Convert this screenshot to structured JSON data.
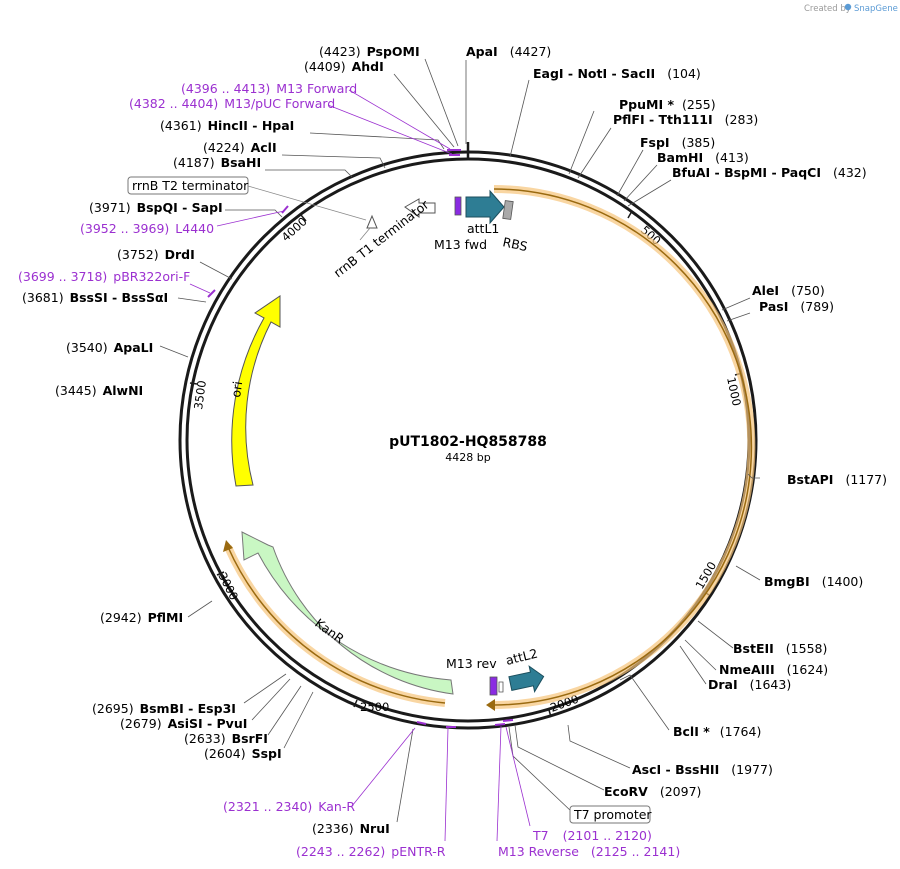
{
  "credit": {
    "created_by": "Created by",
    "brand": "SnapGene"
  },
  "plasmid": {
    "name": "pUT1802-HQ858788",
    "size": "4428 bp"
  },
  "ticks": [
    "500",
    "1000",
    "1500",
    "2000",
    "2500",
    "3000",
    "3500",
    "4000"
  ],
  "sites": [
    {
      "id": "pspomi",
      "pos": "(4423)",
      "name": "PspOMI"
    },
    {
      "id": "apai",
      "pos": "(4427)",
      "name": "ApaI"
    },
    {
      "id": "ahdi",
      "pos": "(4409)",
      "name": "AhdI"
    },
    {
      "id": "eagi",
      "pos": "(104)",
      "name": "EagI  - NotI  - SacII"
    },
    {
      "id": "ppumi",
      "pos": "(255)",
      "name": "PpuMI *"
    },
    {
      "id": "pflfi",
      "pos": "(283)",
      "name": "PflFI  - Tth111I"
    },
    {
      "id": "hincii",
      "pos": "(4361)",
      "name": "HincII  - HpaI"
    },
    {
      "id": "fspi",
      "pos": "(385)",
      "name": "FspI"
    },
    {
      "id": "acli",
      "pos": "(4224)",
      "name": "AclI"
    },
    {
      "id": "bamhi",
      "pos": "(413)",
      "name": "BamHI"
    },
    {
      "id": "bsahi",
      "pos": "(4187)",
      "name": "BsaHI"
    },
    {
      "id": "bfuai",
      "pos": "(432)",
      "name": "BfuAI  - BspMI  - PaqCI"
    },
    {
      "id": "bspqi",
      "pos": "(3971)",
      "name": "BspQI  - SapI"
    },
    {
      "id": "drdi",
      "pos": "(3752)",
      "name": "DrdI"
    },
    {
      "id": "alei",
      "pos": "(750)",
      "name": "AleI"
    },
    {
      "id": "bsssi",
      "pos": "(3681)",
      "name": "BssSI  - BssSαI"
    },
    {
      "id": "pasi",
      "pos": "(789)",
      "name": "PasI"
    },
    {
      "id": "apali",
      "pos": "(3540)",
      "name": "ApaLI"
    },
    {
      "id": "alwni",
      "pos": "(3445)",
      "name": "AlwNI"
    },
    {
      "id": "bstapi",
      "pos": "(1177)",
      "name": "BstAPI"
    },
    {
      "id": "bmgbi",
      "pos": "(1400)",
      "name": "BmgBI"
    },
    {
      "id": "pflmi",
      "pos": "(2942)",
      "name": "PflMI"
    },
    {
      "id": "bsteii",
      "pos": "(1558)",
      "name": "BstEII"
    },
    {
      "id": "nmeaiii",
      "pos": "(1624)",
      "name": "NmeAIII"
    },
    {
      "id": "drai",
      "pos": "(1643)",
      "name": "DraI"
    },
    {
      "id": "bsmbi",
      "pos": "(2695)",
      "name": "BsmBI  - Esp3I"
    },
    {
      "id": "asisi",
      "pos": "(2679)",
      "name": "AsiSI  - PvuI"
    },
    {
      "id": "bcli",
      "pos": "(1764)",
      "name": "BclI *"
    },
    {
      "id": "bsrfi",
      "pos": "(2633)",
      "name": "BsrFI"
    },
    {
      "id": "sspi",
      "pos": "(2604)",
      "name": "SspI"
    },
    {
      "id": "asci",
      "pos": "(1977)",
      "name": "AscI  - BssHII"
    },
    {
      "id": "ecorv",
      "pos": "(2097)",
      "name": "EcoRV"
    },
    {
      "id": "krui",
      "pos": "(2336)",
      "name": "NruI"
    }
  ],
  "primers": [
    {
      "id": "m13fwd",
      "range": "(4396 .. 4413)",
      "name": "M13 Forward"
    },
    {
      "id": "m13puc",
      "range": "(4382 .. 4404)",
      "name": "M13/pUC Forward"
    },
    {
      "id": "l4440",
      "range": "(3952 .. 3969)",
      "name": "L4440"
    },
    {
      "id": "pbr322",
      "range": "(3699 .. 3718)",
      "name": "pBR322ori-F"
    },
    {
      "id": "kanr",
      "range": "(2321 .. 2340)",
      "name": "Kan-R"
    },
    {
      "id": "pentr",
      "range": "(2243 .. 2262)",
      "name": "pENTR-R"
    },
    {
      "id": "t7",
      "range": "(2101 .. 2120)",
      "name": "T7"
    },
    {
      "id": "m13rev",
      "range": "(2125 .. 2141)",
      "name": "M13 Reverse"
    }
  ],
  "features": {
    "rrnb_t2": "rrnB T2 terminator",
    "rrnb_t1": "rrnB T1 terminator",
    "m13_fwd": "M13 fwd",
    "attl1": "attL1",
    "rbs": "RBS",
    "ori": "ori",
    "kanr": "KanR",
    "m13_rev": "M13 rev",
    "attl2": "attL2",
    "t7_promoter": "T7 promoter"
  },
  "colors": {
    "attl_arrow": "#2e7d94",
    "m13_primer_bind": "#8a2be2",
    "ori": "#ffff00",
    "kanr": "#c9f7c3",
    "orf_fill": "#f7c57a",
    "primer": "#9b30d0",
    "rbs": "#a9a9a9"
  }
}
